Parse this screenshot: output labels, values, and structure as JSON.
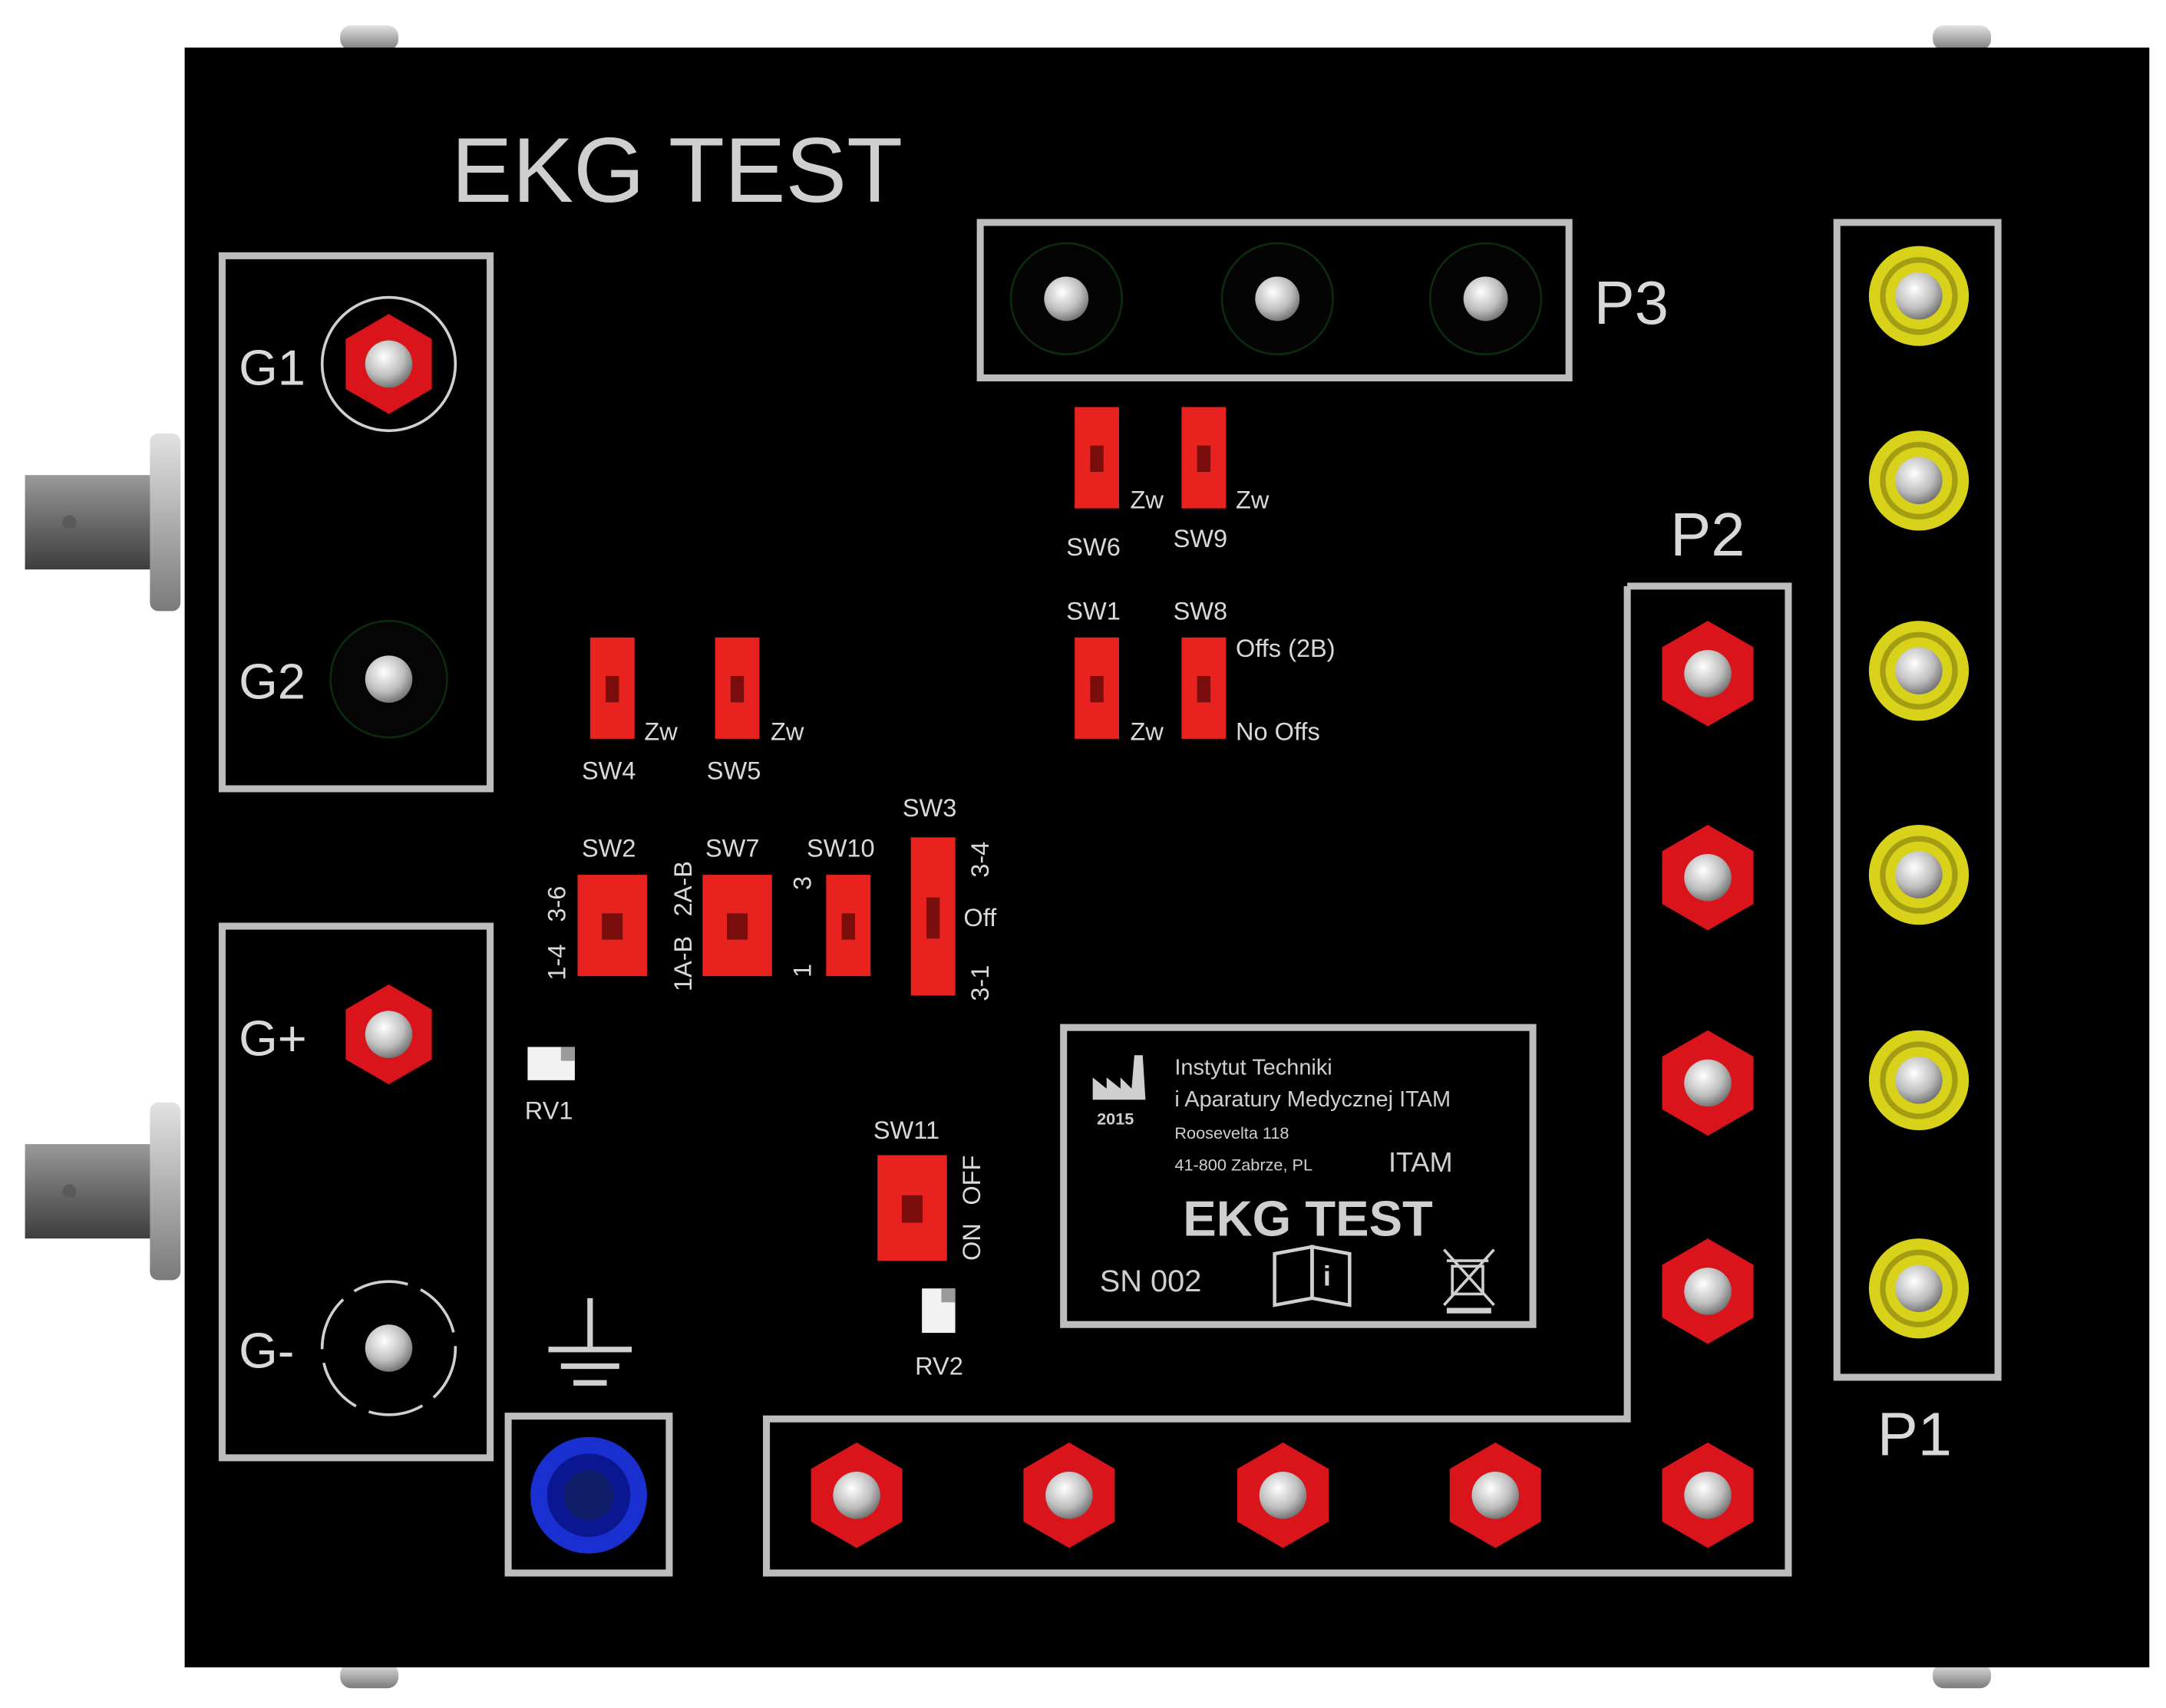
{
  "panel": {
    "title": "EKG TEST",
    "colors": {
      "panel": "#000000",
      "outline": "#bdbdbd",
      "label": "#d9d9d9",
      "switch": "#e8231f",
      "jack_red": "#d9141b",
      "jack_yellow": "#d9d21a",
      "jack_blue": "#1a2fd0"
    }
  },
  "group_left_top": {
    "g1": "G1",
    "g2": "G2"
  },
  "group_left_bottom": {
    "gplus": "G+",
    "gminus": "G-"
  },
  "p1": {
    "label": "P1",
    "jack_count": 6
  },
  "p2": {
    "label": "P2",
    "jack_count": 9
  },
  "p3": {
    "label": "P3",
    "jack_count": 3
  },
  "switches": {
    "sw6": {
      "name": "SW6",
      "pos": "Zw"
    },
    "sw9": {
      "name": "SW9",
      "pos": "Zw"
    },
    "sw1": {
      "name": "SW1",
      "pos": "Zw"
    },
    "sw8": {
      "name": "SW8",
      "pos_top": "Offs (2B)",
      "pos_bottom": "No Offs"
    },
    "sw4": {
      "name": "SW4",
      "pos": "Zw"
    },
    "sw5": {
      "name": "SW5",
      "pos": "Zw"
    },
    "sw2": {
      "name": "SW2",
      "pos_a": "3-6",
      "pos_b": "1-4"
    },
    "sw7": {
      "name": "SW7",
      "pos_a": "2A-B",
      "pos_b": "1A-B"
    },
    "sw10": {
      "name": "SW10",
      "pos_a": "3",
      "pos_b": "1"
    },
    "sw3": {
      "name": "SW3",
      "pos_a": "3-4",
      "pos_mid": "Off",
      "pos_b": "3-1"
    },
    "sw11": {
      "name": "SW11",
      "pos_a": "OFF",
      "pos_b": "ON"
    }
  },
  "trimmers": {
    "rv1": "RV1",
    "rv2": "RV2"
  },
  "nameplate": {
    "year": "2015",
    "line1": "Instytut Techniki",
    "line2": "i Aparatury Medycznej ITAM",
    "line3": "Roosevelta 118",
    "line4": "41-800 Zabrze, PL",
    "logo": "ITAM",
    "product": "EKG TEST",
    "serial": "SN 002",
    "icons": [
      "factory-icon",
      "info-manual-icon",
      "weee-bin-icon"
    ]
  },
  "ground": {
    "icon": "ground-icon"
  }
}
